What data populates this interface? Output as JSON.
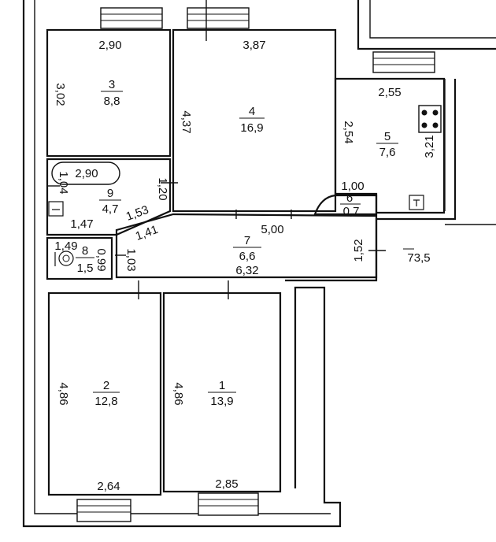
{
  "rooms": [
    {
      "id": "r1",
      "number": "1",
      "area": "13,9",
      "width_label": "2,85",
      "height_label": "4,86"
    },
    {
      "id": "r2",
      "number": "2",
      "area": "12,8",
      "width_label": "2,64",
      "height_label": "4,86"
    },
    {
      "id": "r3",
      "number": "3",
      "area": "8,8",
      "width_label": "2,90",
      "height_label": "3,02"
    },
    {
      "id": "r4",
      "number": "4",
      "area": "16,9",
      "width_label": "3,87",
      "height_label": "4,37"
    },
    {
      "id": "r5",
      "number": "5",
      "area": "7,6",
      "width_label": "2,55",
      "height_label": "2,54",
      "extra_label": "3,21"
    },
    {
      "id": "r6",
      "number": "6",
      "area": "0,7",
      "width_label": "1,00"
    },
    {
      "id": "r7",
      "number": "7",
      "area": "6,6",
      "width_label": "5,00",
      "bottom_label": "6,32",
      "right_label": "1,52",
      "left_label": "1,03",
      "diag1": "1,53",
      "diag2": "1,41"
    },
    {
      "id": "r8",
      "number": "8",
      "area": "1,5",
      "width_label": "1,49",
      "height_label": "0,99"
    },
    {
      "id": "r9",
      "number": "9",
      "area": "4,7",
      "width_label": "2,90",
      "height_label": "1,20",
      "left_label": "1,04",
      "bottom_label": "1,47"
    }
  ],
  "total_area": "73,5"
}
